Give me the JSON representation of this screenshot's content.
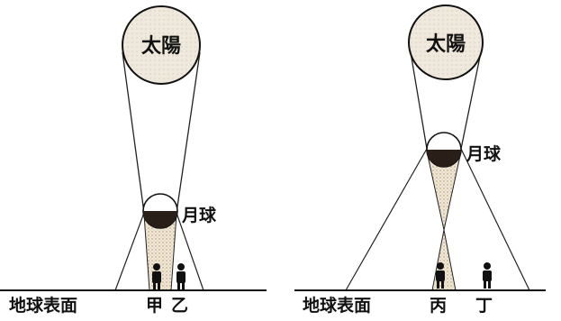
{
  "left_panel": {
    "sun_label": "太陽",
    "moon_label": "月球",
    "ground_label": "地球表面",
    "observers": [
      "甲",
      "乙"
    ]
  },
  "right_panel": {
    "sun_label": "太陽",
    "moon_label": "月球",
    "ground_label": "地球表面",
    "observers": [
      "丙",
      "丁"
    ]
  },
  "colors": {
    "ink": "#111111",
    "sun_fill": "#ede5d6",
    "umbra_fill": "#d9cbb2",
    "penumbra_fill": "#f2ece0",
    "moon_dark": "#2a1f18"
  }
}
